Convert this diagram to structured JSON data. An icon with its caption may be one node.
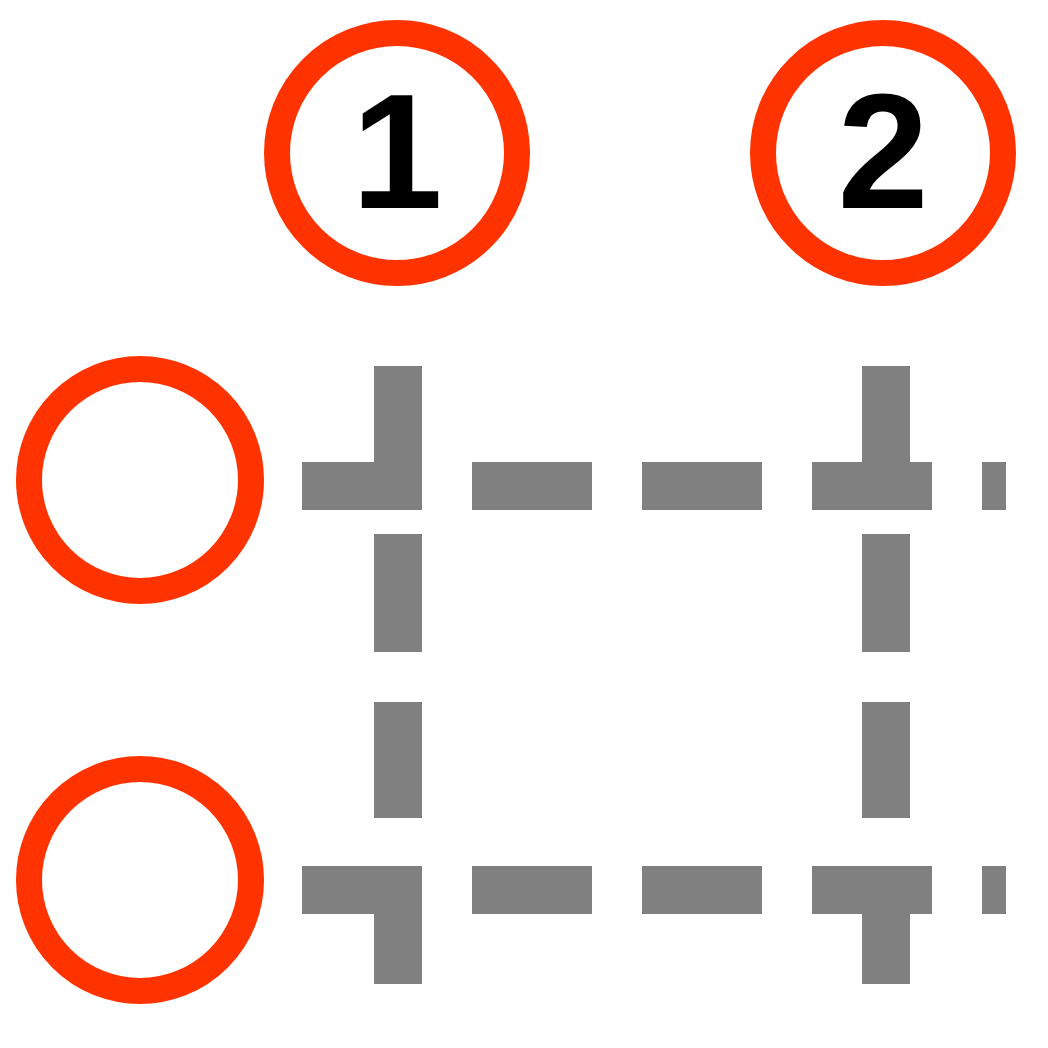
{
  "diagram": {
    "nodes": [
      {
        "text": [
          "1"
        ]
      },
      {
        "text": [
          "2"
        ]
      },
      {
        "text": [],
        "shape": "circle"
      },
      {
        "text": [],
        "shape": "circle"
      }
    ]
  }
}
